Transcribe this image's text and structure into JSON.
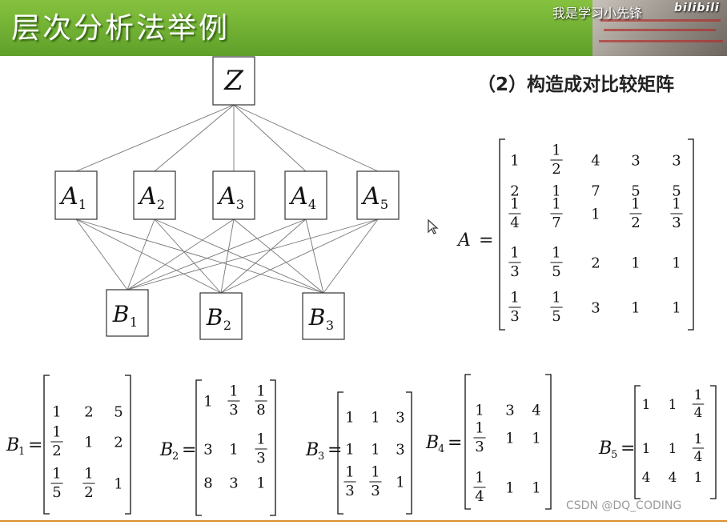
{
  "header": {
    "title": "层次分析法举例"
  },
  "video_overlay": {
    "watermark": "我是学习小先锋",
    "logo": "bilibili"
  },
  "section_heading": "（2）构造成对比较矩阵",
  "hierarchy": {
    "goal": "Z",
    "criteria": [
      {
        "sym": "A",
        "sub": "1"
      },
      {
        "sym": "A",
        "sub": "2"
      },
      {
        "sym": "A",
        "sub": "3"
      },
      {
        "sym": "A",
        "sub": "4"
      },
      {
        "sym": "A",
        "sub": "5"
      }
    ],
    "alternatives": [
      {
        "sym": "B",
        "sub": "1"
      },
      {
        "sym": "B",
        "sub": "2"
      },
      {
        "sym": "B",
        "sub": "3"
      }
    ]
  },
  "matrices": [
    {
      "name": "A",
      "sub": "",
      "rows": [
        [
          "1",
          "1/2",
          "4",
          "3",
          "3"
        ],
        [
          "2",
          "1",
          "7",
          "5",
          "5"
        ],
        [
          "1/4",
          "1/7",
          "1",
          "1/2",
          "1/3"
        ],
        [
          "1/3",
          "1/5",
          "2",
          "1",
          "1"
        ],
        [
          "1/3",
          "1/5",
          "3",
          "1",
          "1"
        ]
      ]
    },
    {
      "name": "B",
      "sub": "1",
      "rows": [
        [
          "1",
          "2",
          "5"
        ],
        [
          "1/2",
          "1",
          "2"
        ],
        [
          "1/5",
          "1/2",
          "1"
        ]
      ]
    },
    {
      "name": "B",
      "sub": "2",
      "rows": [
        [
          "1",
          "1/3",
          "1/8"
        ],
        [
          "3",
          "1",
          "1/3"
        ],
        [
          "8",
          "3",
          "1"
        ]
      ]
    },
    {
      "name": "B",
      "sub": "3",
      "rows": [
        [
          "1",
          "1",
          "3"
        ],
        [
          "1",
          "1",
          "3"
        ],
        [
          "1/3",
          "1/3",
          "1"
        ]
      ]
    },
    {
      "name": "B",
      "sub": "4",
      "rows": [
        [
          "1",
          "3",
          "4"
        ],
        [
          "1/3",
          "1",
          "1"
        ],
        [
          "1/4",
          "1",
          "1"
        ]
      ]
    },
    {
      "name": "B",
      "sub": "5",
      "rows": [
        [
          "1",
          "1",
          "1/4"
        ],
        [
          "1",
          "1",
          "1/4"
        ],
        [
          "4",
          "4",
          "1"
        ]
      ]
    }
  ],
  "footer": {
    "watermark": "CSDN @DQ_CODING"
  },
  "colors": {
    "banner": "#6aad2f",
    "title_text": "#ffffff",
    "footer_line": "#d99030"
  }
}
